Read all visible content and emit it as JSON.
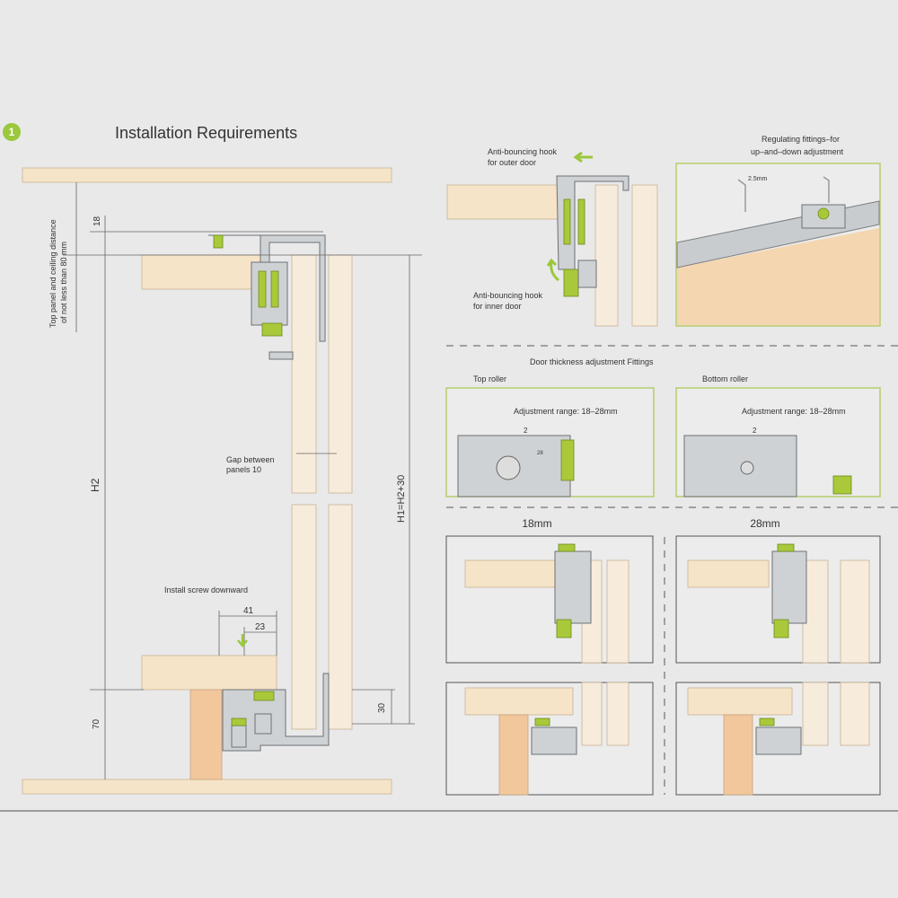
{
  "step_number": "1",
  "title": "Installation Requirements",
  "colors": {
    "accent_green": "#9bc83c",
    "wood": "#f6e4c8",
    "background": "#e9e9ea"
  },
  "left_diagram": {
    "ceiling_distance_label_line1": "Top panel and ceiling distance",
    "ceiling_distance_label_line2": "of not less than 80 mm",
    "dim_18": "18",
    "dim_h2": "H2",
    "dim_70": "70",
    "dim_h1": "H1=H2+30",
    "dim_30": "30",
    "gap_label_line1": "Gap between",
    "gap_label_line2": "panels 10",
    "screw_label": "Install screw downward",
    "dim_41": "41",
    "dim_23": "23"
  },
  "hook_diagram": {
    "outer_label_line1": "Anti-bouncing hook",
    "outer_label_line2": "for outer door",
    "inner_label_line1": "Anti-bouncing hook",
    "inner_label_line2": "for inner door"
  },
  "regulating": {
    "title_line1": "Regulating fittings–for",
    "title_line2": "up–and–down adjustment",
    "wrench_size": "2.5mm"
  },
  "thickness": {
    "title": "Door thickness adjustment Fittings",
    "top_roller": "Top roller",
    "bottom_roller": "Bottom roller",
    "adjustment_range": "Adjustment range: 18–28mm",
    "scale_mark": "2",
    "scale_end": "28"
  },
  "comparison": {
    "left_label": "18mm",
    "right_label": "28mm"
  }
}
